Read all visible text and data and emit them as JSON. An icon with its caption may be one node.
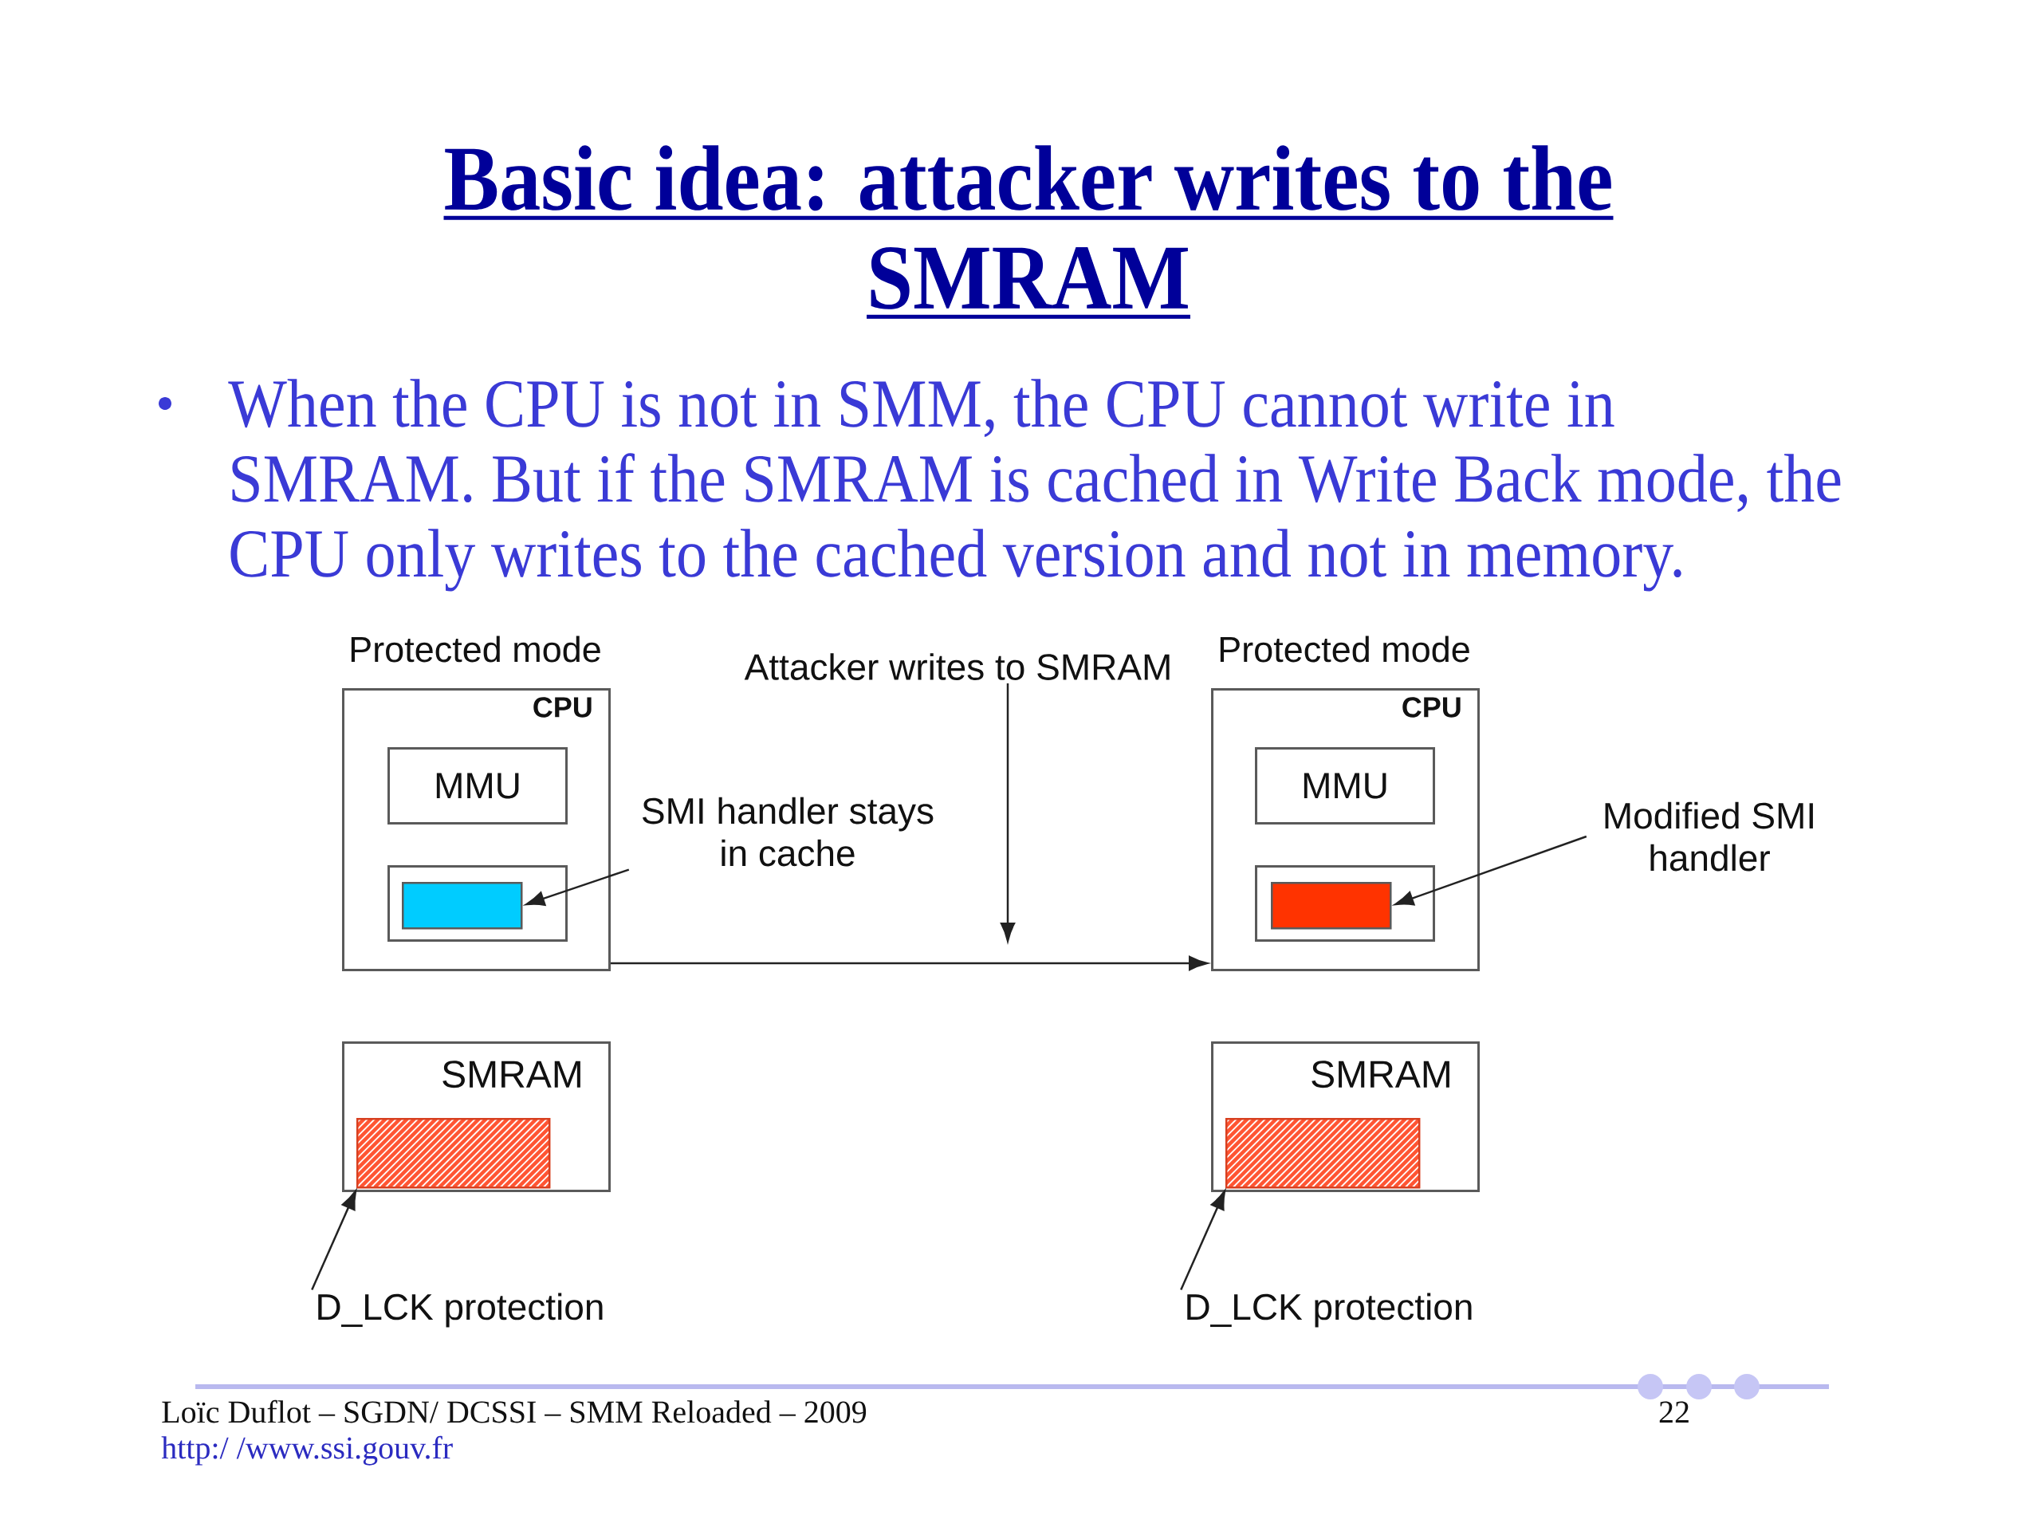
{
  "diagram": {
    "title": "Basic idea: attacker writes to the SMRAM",
    "nodes": [
      {
        "text": [
          "Protected mode",
          "CPU"
        ]
      },
      {
        "text": [
          "MMU"
        ],
        "in": 0
      },
      {
        "text": [],
        "shape": "box",
        "in": 0
      },
      {
        "text": [],
        "shape": "box",
        "in": 2
      },
      {
        "text": [
          "SMRAM"
        ]
      },
      {
        "text": [],
        "shape": "box",
        "in": 4
      },
      {
        "text": [
          "SMI handler stays in cache"
        ]
      },
      {
        "text": [
          "D_LCK protection"
        ]
      },
      {
        "text": [
          "Attacker writes to SMRAM"
        ]
      },
      {
        "text": [
          "Protected mode",
          "CPU"
        ]
      },
      {
        "text": [
          "MMU"
        ],
        "in": 9
      },
      {
        "text": [],
        "shape": "box",
        "in": 9
      },
      {
        "text": [],
        "shape": "box",
        "in": 11
      },
      {
        "text": [
          "SMRAM"
        ]
      },
      {
        "text": [],
        "shape": "box",
        "in": 13
      },
      {
        "text": [
          "Modified SMI handler"
        ]
      },
      {
        "text": [
          "D_LCK protection"
        ]
      }
    ],
    "edges": [
      {
        "from": 6,
        "to": 3,
        "arrow": "to"
      },
      {
        "from": 7,
        "to": 5,
        "arrow": "to"
      },
      {
        "from": 8,
        "to": null,
        "arrow": "to"
      },
      {
        "from": 0,
        "to": 9,
        "arrow": "to"
      },
      {
        "from": 15,
        "to": 12,
        "arrow": "to"
      },
      {
        "from": 16,
        "to": 14,
        "arrow": "to"
      }
    ],
    "labels": [
      "When the CPU is not in SMM, the CPU cannot write in SMRAM. But if the SMRAM is cached in Write Back mode, the CPU only writes to the cached version and not in memory.",
      "Loïc Duflot – SGDN/ DCSSI – SMM Reloaded – 2009",
      "22",
      "http:/ /www.ssi.gouv.fr"
    ]
  }
}
